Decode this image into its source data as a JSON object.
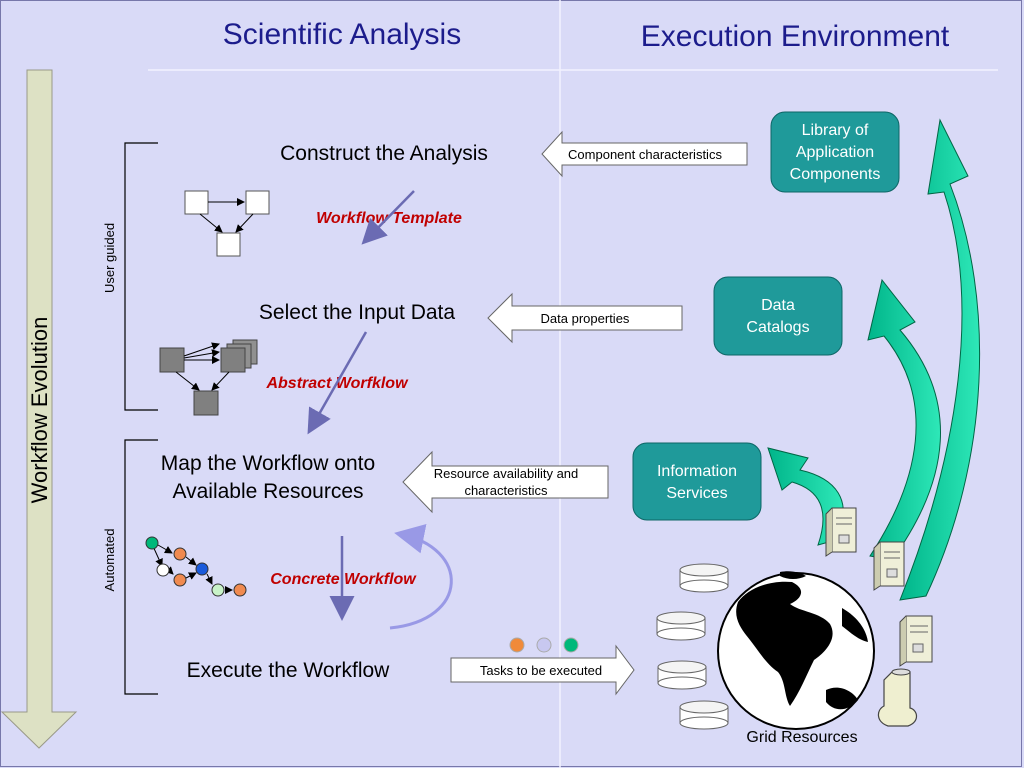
{
  "headers": {
    "left": "Scientific Analysis",
    "right": "Execution Environment"
  },
  "side_label": "Workflow Evolution",
  "phase_labels": {
    "user_guided": "User guided",
    "automated": "Automated"
  },
  "steps": {
    "construct": "Construct the Analysis",
    "select": "Select the Input Data",
    "map_line1": "Map the Workflow onto",
    "map_line2": "Available Resources",
    "execute": "Execute the Workflow"
  },
  "workflow_labels": {
    "template": "Workflow Template",
    "abstract": "Abstract Worfklow",
    "concrete": "Concrete Workflow"
  },
  "flow_arrows": {
    "component": "Component characteristics",
    "data": "Data properties",
    "resource_line1": "Resource availability and",
    "resource_line2": "characteristics",
    "tasks": "Tasks to be executed"
  },
  "boxes": {
    "library_line1": "Library of",
    "library_line2": "Application",
    "library_line3": "Components",
    "catalogs_line1": "Data",
    "catalogs_line2": "Catalogs",
    "info_line1": "Information",
    "info_line2": "Services"
  },
  "grid_label": "Grid Resources",
  "colors": {
    "background": "#d9daf7",
    "header_text": "#1c1c8c",
    "teal_box": "#1f9a9a",
    "workflow_red": "#c00000",
    "green_arrow": "#00cc99",
    "side_arrow": "#dde1c4"
  }
}
